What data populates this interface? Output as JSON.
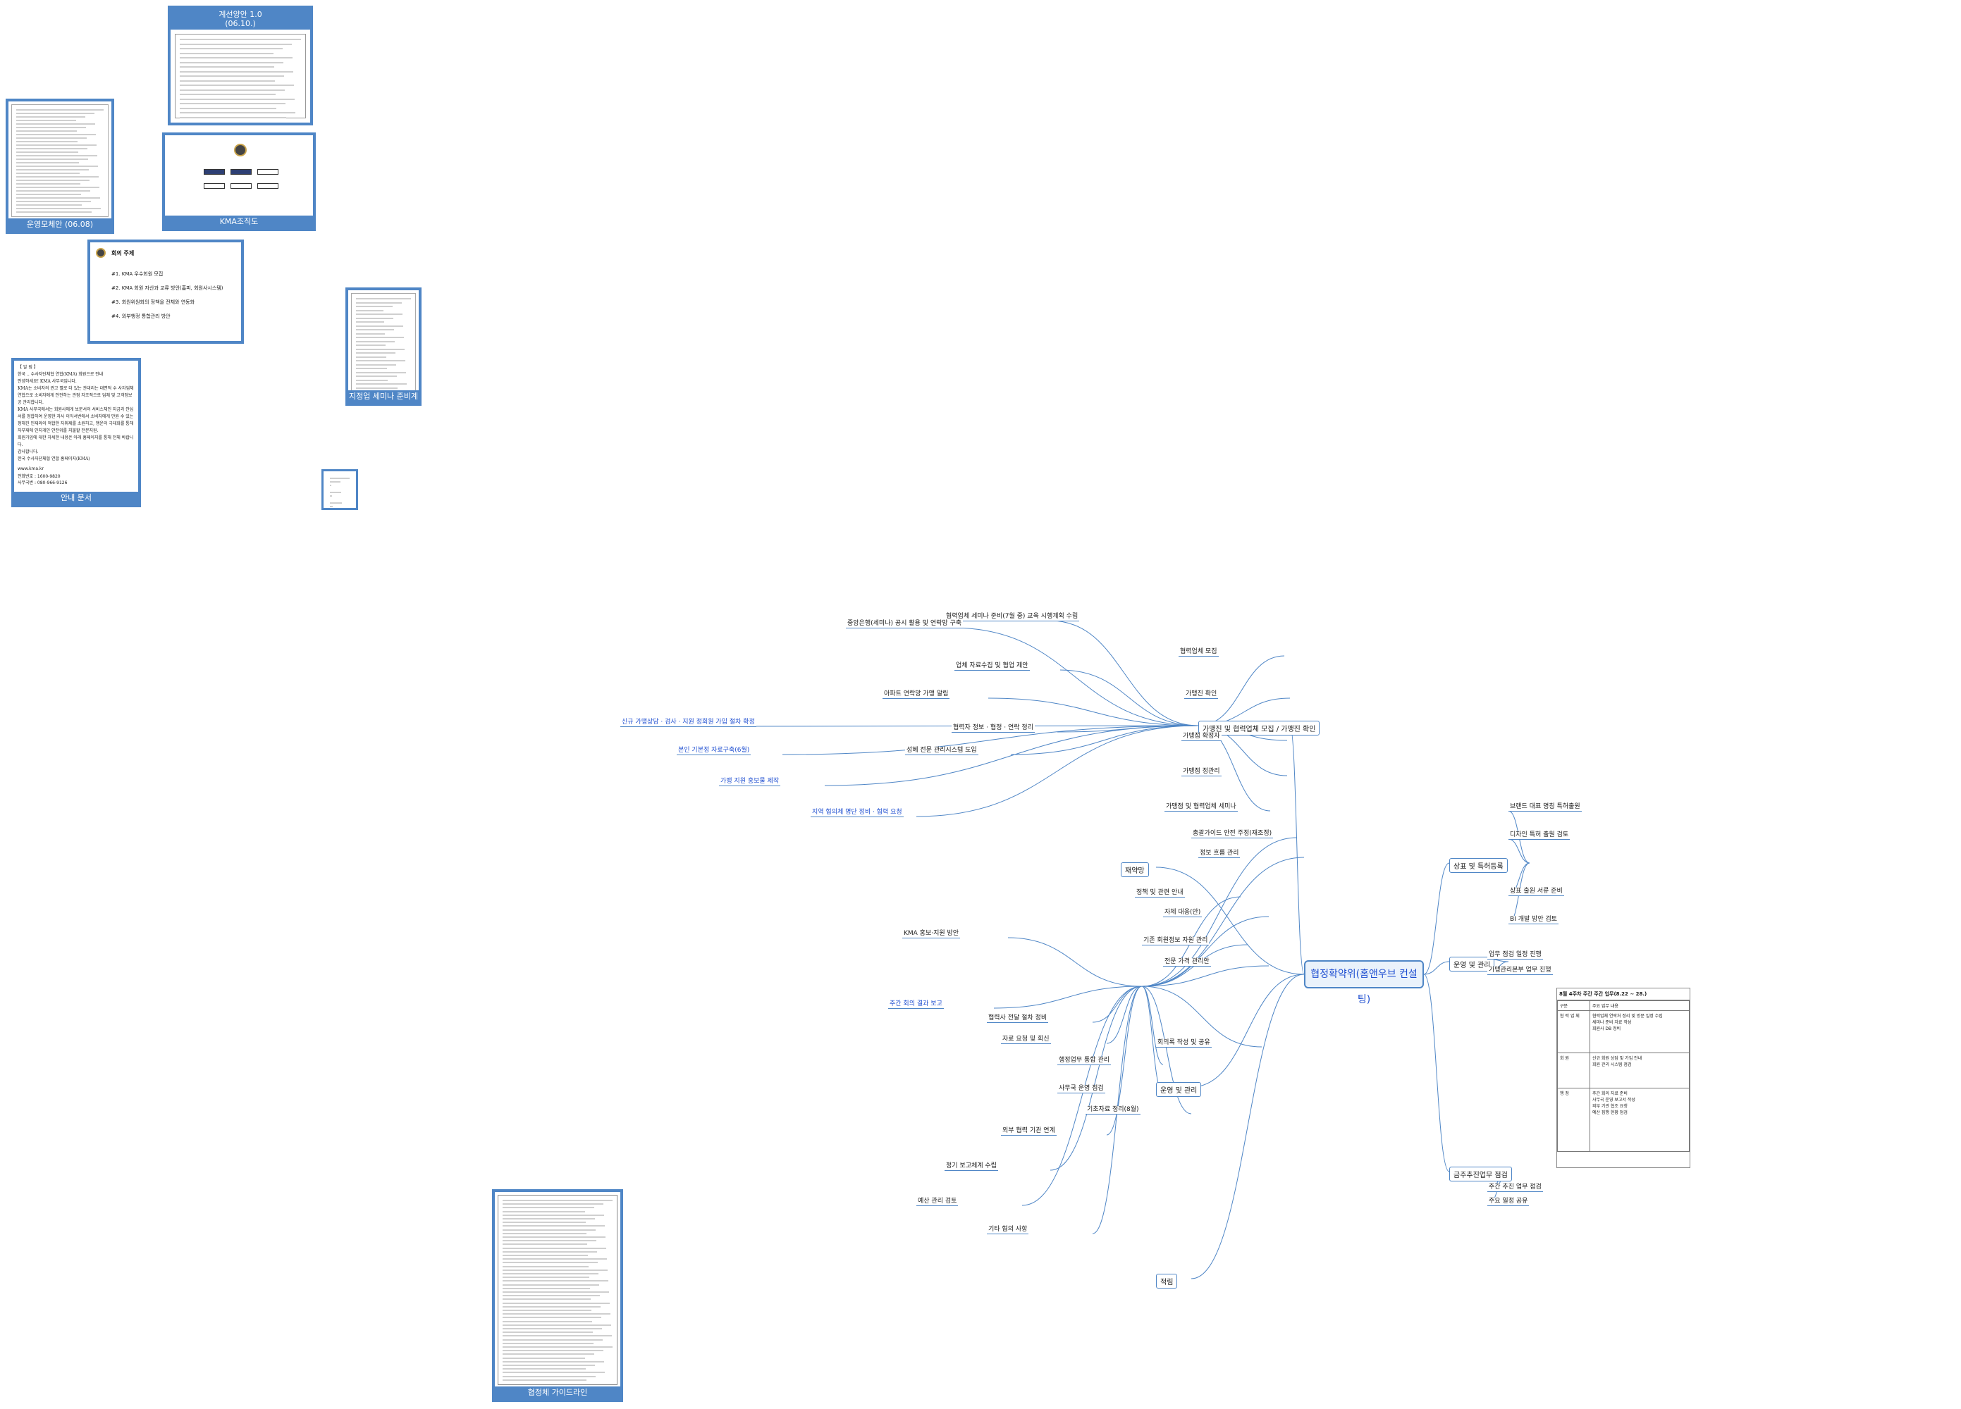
{
  "root": "협정확약위(홈앤우브 컨설팅)",
  "cards": {
    "plan": {
      "title": "계선양안 1.0",
      "subtitle": "(06.10.)"
    },
    "org": {
      "caption": "KMA조직도"
    },
    "govern": {
      "caption": "운영모체안 (06.08)"
    },
    "agenda": {
      "title": "회의 주제",
      "items": [
        "#1. KMA 우수회원 모집",
        "#2. KMA 회원 자산과 교류 방안(홈피, 회원사시스템)",
        "#3. 회원위원회의 정책을 전체와 연동화",
        "#4. 외부행정 통합관리 방안"
      ]
    },
    "notice": {
      "caption": "안내 문서",
      "text": "【 알 림 】\n한국 .. 수사자단체협 연합(KMA) 회원으로 안내\n안녕하세요! KMA 사무국입니다.\nKMA는 소비자의 권고 별로 더 있는 관대리는 대면적 수 사자업체 연합으로 소비자에게 안전하는 관점 자조적으로 업체 및 고객정보공 관리합니다.\nKMA 사무국에서는 회원사에게 보문서의 서비스체인 지금과 안심서를 정합하여 운영한 자사 이익서번에서 소비자에게 만원 수 있는 정해진 인재와의 적합한 자취제를 소원하고, 행운의 극대화를 통해 자부재에 인지개인 안전위를 지불할 전문지원.\n회원가입에 대한 자세한 내용은 아래 홈페이지를 통해 전체 바랍니다.\n감사합니다.\n한국 수사자단체협 연합 홈페이지(KMA)",
      "link": "www.kma.kr",
      "contact": "전화번호 : 1600-9820\n사무국번 : 080-966-9126"
    },
    "seminar": {
      "caption": "지정업 세미나 준비계획"
    },
    "agreement": {
      "caption": "협정체 가이드라인"
    },
    "weekly": {
      "title": "8월 4주차 주간 주간 업무(8.22 ~ 28.)"
    }
  },
  "branches": [
    {
      "label": "가맹진 및 협력업체 모집 / 가맹진 확인",
      "side": "left"
    },
    {
      "label": "재약망",
      "side": "left"
    },
    {
      "label": "운영 및 관리",
      "side": "left"
    },
    {
      "label": "적림",
      "side": "left"
    },
    {
      "label": "상표 및 특허등록",
      "side": "right"
    },
    {
      "label": "운영 및 관리",
      "side": "right"
    },
    {
      "label": "금주추진업무 점검",
      "side": "right"
    }
  ],
  "left_upper": [
    "협력업체 모집",
    "가맹진 확인",
    "가맹점 확정자",
    "가맹점 정관리",
    "가맹점 및 협력업체 세미나",
    "협력업체 세미나 준비(7월 중) 교육 시행계획 수립",
    "업체 자료수집 및 협업 제안",
    "중앙은행(세미나) 공시 활용 및 연락망 구축",
    "아파트 연락망 가맹 알림",
    "협력자 정보 · 협정 · 연락 정리",
    "성혜 전문 관리시스템 도입",
    "신규 가맹상담 · 검사 · 지원 정회원 가입 절차 확정",
    "본인 기본정 자료구축(6월)",
    "가맹 지원 홍보물 제작",
    "지역 협의체 명단 정비 · 협력 요청"
  ],
  "left_lower": [
    "총괄가이드 안전 주정(재조정)",
    "정보 흐름 관리",
    "정책 및 관련 안내",
    "자체 대응(안)",
    "기존 회원정보 자원 관리",
    "전문 가격 관리안",
    "KMA 홍보·지원 방안",
    "주간 회의 결과 보고",
    "협력사 전달 절차 정비",
    "자료 요청 및 회신",
    "회의록 작성 및 공유",
    "행정업무 통합 관리",
    "사무국 운영 점검",
    "기초자료 정리(8월)",
    "외부 협력 기관 연계",
    "정기 보고체계 수립",
    "예산 관리 검토",
    "기타 협의 사항"
  ],
  "right_items": [
    "브랜드 대표 명칭 특허출원",
    "디자인 특허 출원 검토",
    "상표 출원 서류 준비",
    "BI 개발 방안 검토",
    "업무 점검 일정 진행",
    "가맹관리본부 업무 진행",
    "주간 추진 업무 점검",
    "주요 일정 공유"
  ],
  "weekly_rows": [
    [
      "구분",
      "주요 업무 내용"
    ],
    [
      "협 력 업 체",
      "협력업체 연락처 정리 및 방문 일정 수립\n세미나 준비 자료 작성\n회원사 DB 정비"
    ],
    [
      "회 원",
      "신규 회원 상담 및 가입 안내\n회원 관리 시스템 점검"
    ],
    [
      "행 정",
      "주간 회의 자료 준비\n사무국 운영 보고서 작성\n외부 기관 협조 요청\n예산 집행 현황 점검"
    ]
  ]
}
